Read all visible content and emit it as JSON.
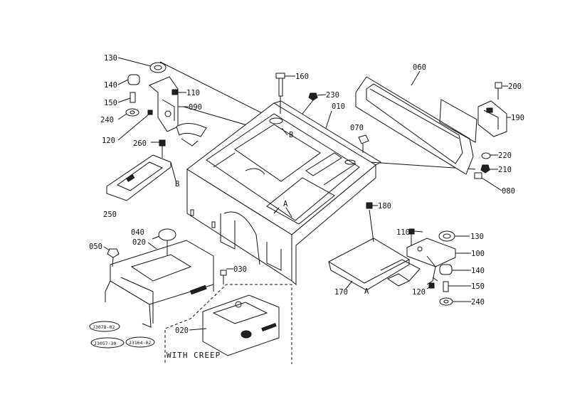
{
  "parts": {
    "p010": "010",
    "p020": "020",
    "p020b": "020",
    "p030": "030",
    "p040": "040",
    "p050": "050",
    "p060": "060",
    "p070": "070",
    "p080": "080",
    "p090": "090",
    "p100": "100",
    "p110": "110",
    "p110b": "110",
    "p120": "120",
    "p120b": "120",
    "p130": "130",
    "p130b": "130",
    "p140": "140",
    "p140b": "140",
    "p150": "150",
    "p150b": "150",
    "p160": "160",
    "p170": "170",
    "p180": "180",
    "p190": "190",
    "p200": "200",
    "p210": "210",
    "p220": "220",
    "p230": "230",
    "p240": "240",
    "p240b": "240",
    "p250": "250",
    "p260": "260"
  },
  "refs": {
    "a1": "A",
    "a2": "A",
    "b1": "B",
    "b2": "B"
  },
  "creep_label": "WITH CREEP",
  "stamps": {
    "s1": "J3078-02",
    "s2": "J3057-30",
    "s3": "J3164-02"
  }
}
